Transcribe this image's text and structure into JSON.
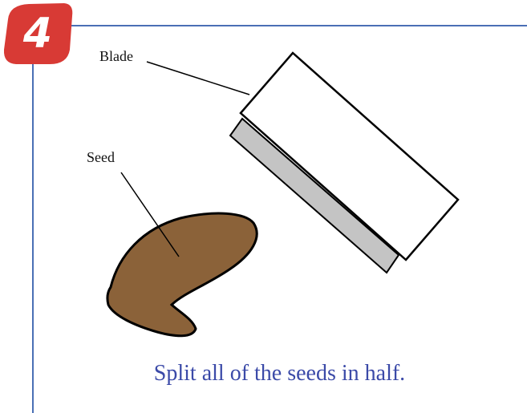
{
  "step": {
    "number": "4"
  },
  "labels": {
    "blade": "Blade",
    "seed": "Seed"
  },
  "caption": "Split all of the seeds in half.",
  "colors": {
    "frame": "#4a6fb5",
    "badge": "#d83a35",
    "seed": "#8b6239",
    "blade_back": "#c4c4c4",
    "caption_text": "#3b4aa8"
  }
}
